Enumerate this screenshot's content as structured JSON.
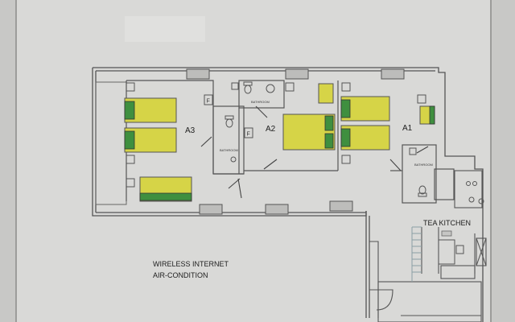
{
  "rooms": {
    "a3": "A3",
    "a2": "A2",
    "a1": "A1"
  },
  "labels": {
    "tea_kitchen": "TEA KITCHEN",
    "amenity_1": "WIRELESS INTERNET",
    "amenity_2": "AIR-CONDITION",
    "bathroom_a2": "BATHROOM",
    "bathroom_a3": "BATHROOM",
    "bathroom_a1": "BATHROOM",
    "fridge_tag": "F"
  },
  "colors": {
    "background": "#c9c9c7",
    "paper": "#d8d8d6",
    "wall": "#555555",
    "bed_fill": "#d6d447",
    "bed_pillow": "#3f8f3f"
  }
}
